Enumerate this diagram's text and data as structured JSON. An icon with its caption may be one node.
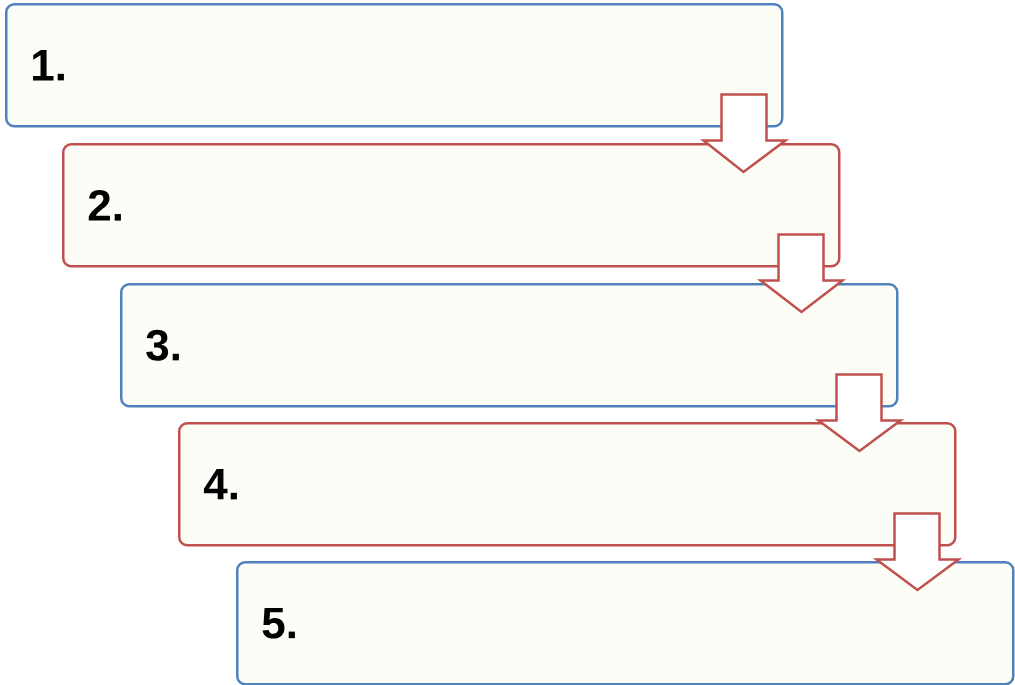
{
  "diagram": {
    "nodes": [
      {
        "text": [
          "1."
        ]
      },
      {
        "text": [
          "2."
        ]
      },
      {
        "text": [
          "3."
        ]
      },
      {
        "text": [
          "4."
        ]
      },
      {
        "text": [
          "5."
        ]
      }
    ],
    "edges": [
      {
        "from": 0,
        "to": 1,
        "arrow": "to"
      },
      {
        "from": 1,
        "to": 2,
        "arrow": "to"
      },
      {
        "from": 2,
        "to": 3,
        "arrow": "to"
      },
      {
        "from": 3,
        "to": 4,
        "arrow": "to"
      }
    ]
  }
}
